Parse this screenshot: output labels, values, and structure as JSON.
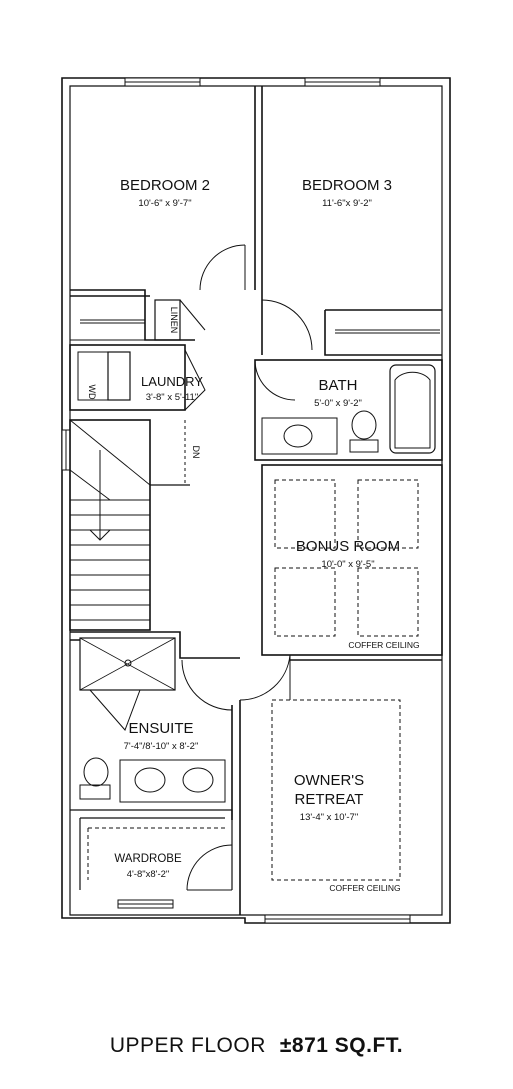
{
  "rooms": {
    "bedroom2": {
      "name": "BEDROOM 2",
      "dims": "10'-6\" x 9'-7\""
    },
    "bedroom3": {
      "name": "BEDROOM 3",
      "dims": "11'-6\"x 9'-2\""
    },
    "linen": {
      "name": "LINEN"
    },
    "laundry": {
      "name": "LAUNDRY",
      "dims": "3'-8\" x 5'-11\"",
      "appliance": "WD"
    },
    "bath": {
      "name": "BATH",
      "dims": "5'-0\" x 9'-2\""
    },
    "stairs": {
      "label": "DN"
    },
    "bonus": {
      "name": "BONUS ROOM",
      "dims": "10'-0\" x 9'-5\"",
      "note": "COFFER CEILING"
    },
    "ensuite": {
      "name": "ENSUITE",
      "dims": "7'-4\"/8'-10\" x 8'-2\""
    },
    "owners": {
      "name_line1": "OWNER'S",
      "name_line2": "RETREAT",
      "dims": "13'-4\" x 10'-7\"",
      "note": "COFFER CEILING"
    },
    "wardrobe": {
      "name": "WARDROBE",
      "dims": "4'-8\"x8'-2\""
    }
  },
  "caption": {
    "title": "UPPER FLOOR",
    "area": "±871 SQ.FT."
  }
}
